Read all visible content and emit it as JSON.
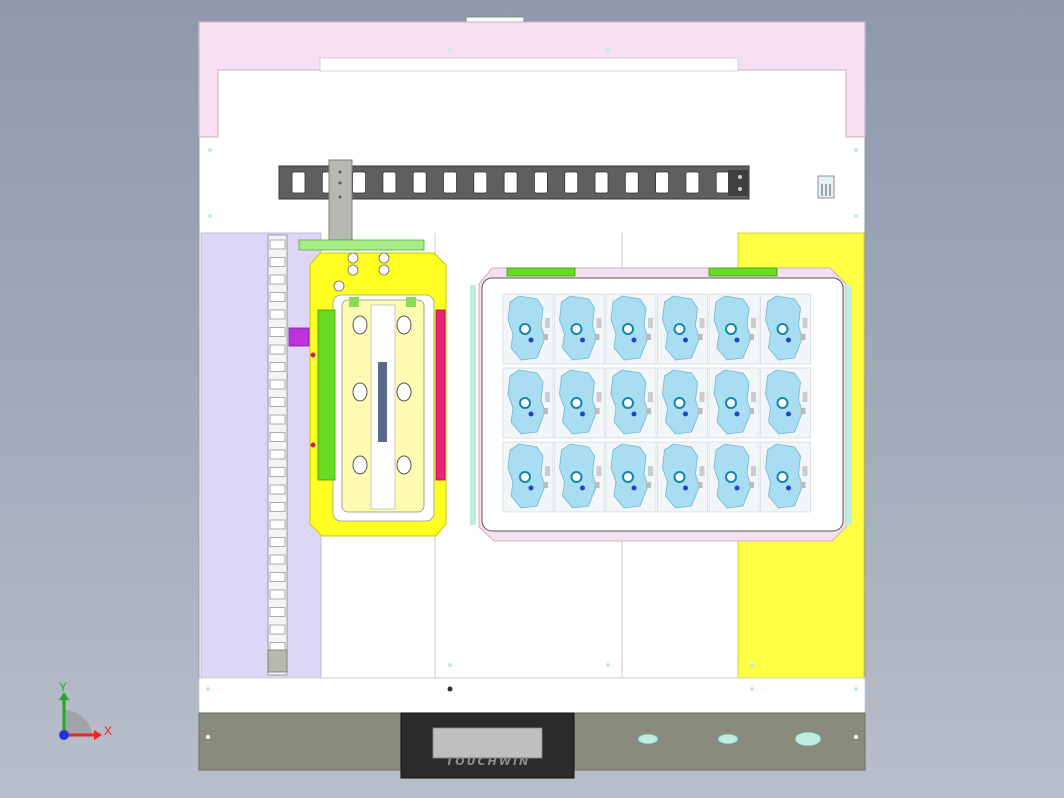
{
  "display": {
    "brand": "TOUCHWIN"
  },
  "triad": {
    "x_label": "X",
    "y_label": "Y"
  },
  "tray": {
    "rows": 3,
    "cols": 6
  },
  "cable_chain": {
    "links": 15
  },
  "side_chain": {
    "links": 24
  },
  "colors": {
    "background": "#9aa3b3",
    "top_panel": "#f7dff2",
    "left_panel": "#ddd6f6",
    "right_panel": "#ffff44",
    "fixture": "#ffff22",
    "board": "#a8ddf2",
    "bottom_bar": "#8b8b7d",
    "accent_green": "#66dd22",
    "accent_magenta": "#ee2277",
    "accent_purple": "#bb33dd",
    "accent_mint": "#bfeee0"
  }
}
